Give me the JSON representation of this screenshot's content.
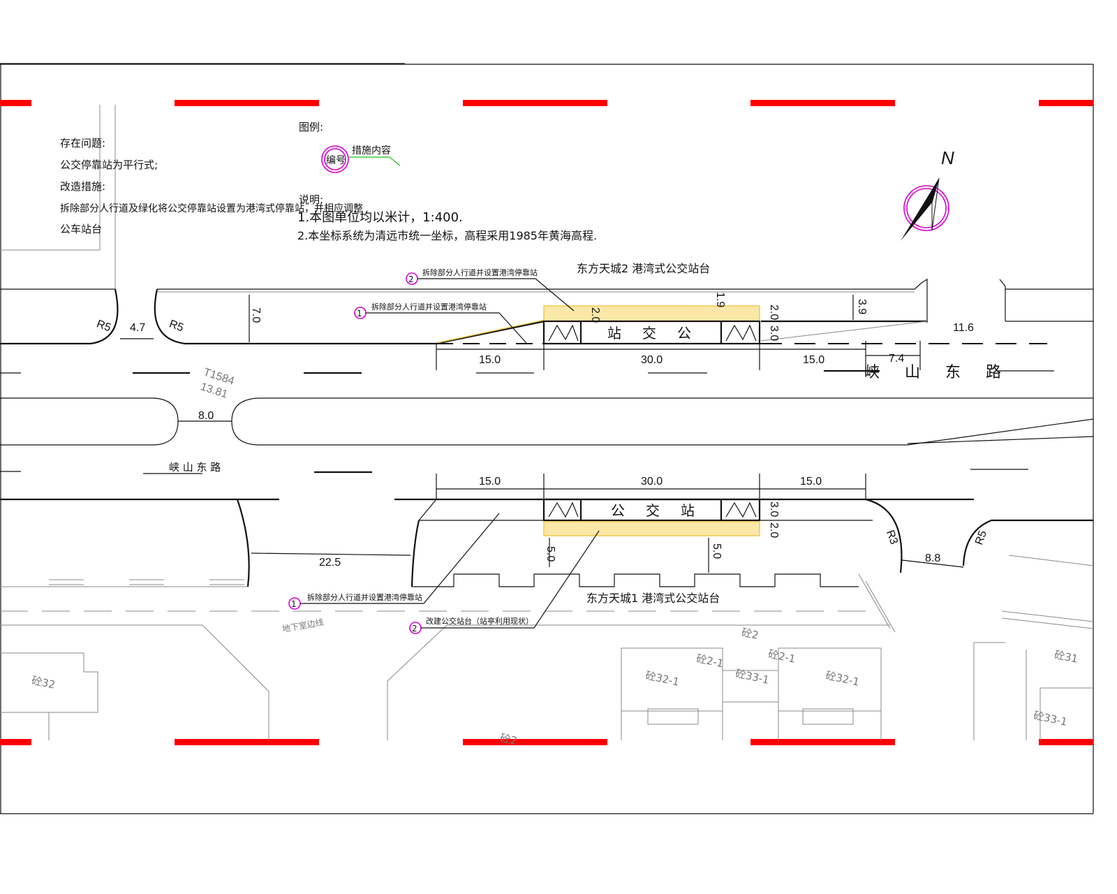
{
  "problems": {
    "heading": "存在问题:",
    "text": "公交停靠站为平行式;",
    "measures_heading": "改造措施:",
    "measures_line1": "拆除部分人行道及绿化将公交停靠站设置为港湾式停靠站，并相应调整",
    "measures_line2": "公车站台"
  },
  "legend": {
    "title": "图例:",
    "circle_label": "编号",
    "leader_label": "措施内容"
  },
  "notes": {
    "title": "说明:",
    "line1": "1.本图单位均以米计，1:400.",
    "line2": "2.本坐标系统为清远市统一坐标，高程采用1985年黄海高程."
  },
  "north_arrow": {
    "label": "N"
  },
  "upper_stop": {
    "title": "东方天城2 港湾式公交站台",
    "callout1_num": "1",
    "callout1_text": "拆除部分人行道并设置港湾停靠站",
    "callout2_num": "2",
    "callout2_text": "拆除部分人行道并设置港湾停靠站",
    "bay_text": [
      "站",
      "交",
      "公"
    ],
    "dims": {
      "entry": "15.0",
      "platform": "30.0",
      "exit": "15.0",
      "d74": "7.4",
      "d116": "11.6",
      "w20a": "2.0",
      "w19": "1.9",
      "w20b": "2.0",
      "w30": "3.0",
      "w39": "3.9",
      "w70": "7.0",
      "r5a": "R5",
      "r5b": "R5",
      "d47": "4.7"
    }
  },
  "lower_stop": {
    "title": "东方天城1 港湾式公交站台",
    "callout1_num": "1",
    "callout1_text": "拆除部分人行道并设置港湾停靠站",
    "callout2_num": "2",
    "callout2_text": "改建公交站台（站亭利用现状）",
    "bay_text": [
      "公",
      "交",
      "站"
    ],
    "dims": {
      "entry": "15.0",
      "platform": "30.0",
      "exit": "15.0",
      "w30": "3.0",
      "w20": "2.0",
      "w50a": "5.0",
      "w50b": "5.0",
      "d225": "22.5",
      "d88": "8.8",
      "r3": "R3",
      "r5": "R5"
    }
  },
  "roads": {
    "name_right": [
      "峡",
      "山",
      "东",
      "路"
    ],
    "name_left": "峡 山 东 路",
    "median_gap": "8.0",
    "point_id": "T1584",
    "point_elev": "13.81",
    "underground": "地下室边线"
  },
  "buildings": [
    "砼32",
    "砼2",
    "砼32-1",
    "砼2-1",
    "砼33-1",
    "砼2-1",
    "砼32-1",
    "砼31",
    "砼33-1",
    "砼2"
  ],
  "colors": {
    "frame_marks": "#ff0000",
    "callout": "#d400d4",
    "platform": "#f2c84b",
    "legend_leader": "#22bb22"
  }
}
